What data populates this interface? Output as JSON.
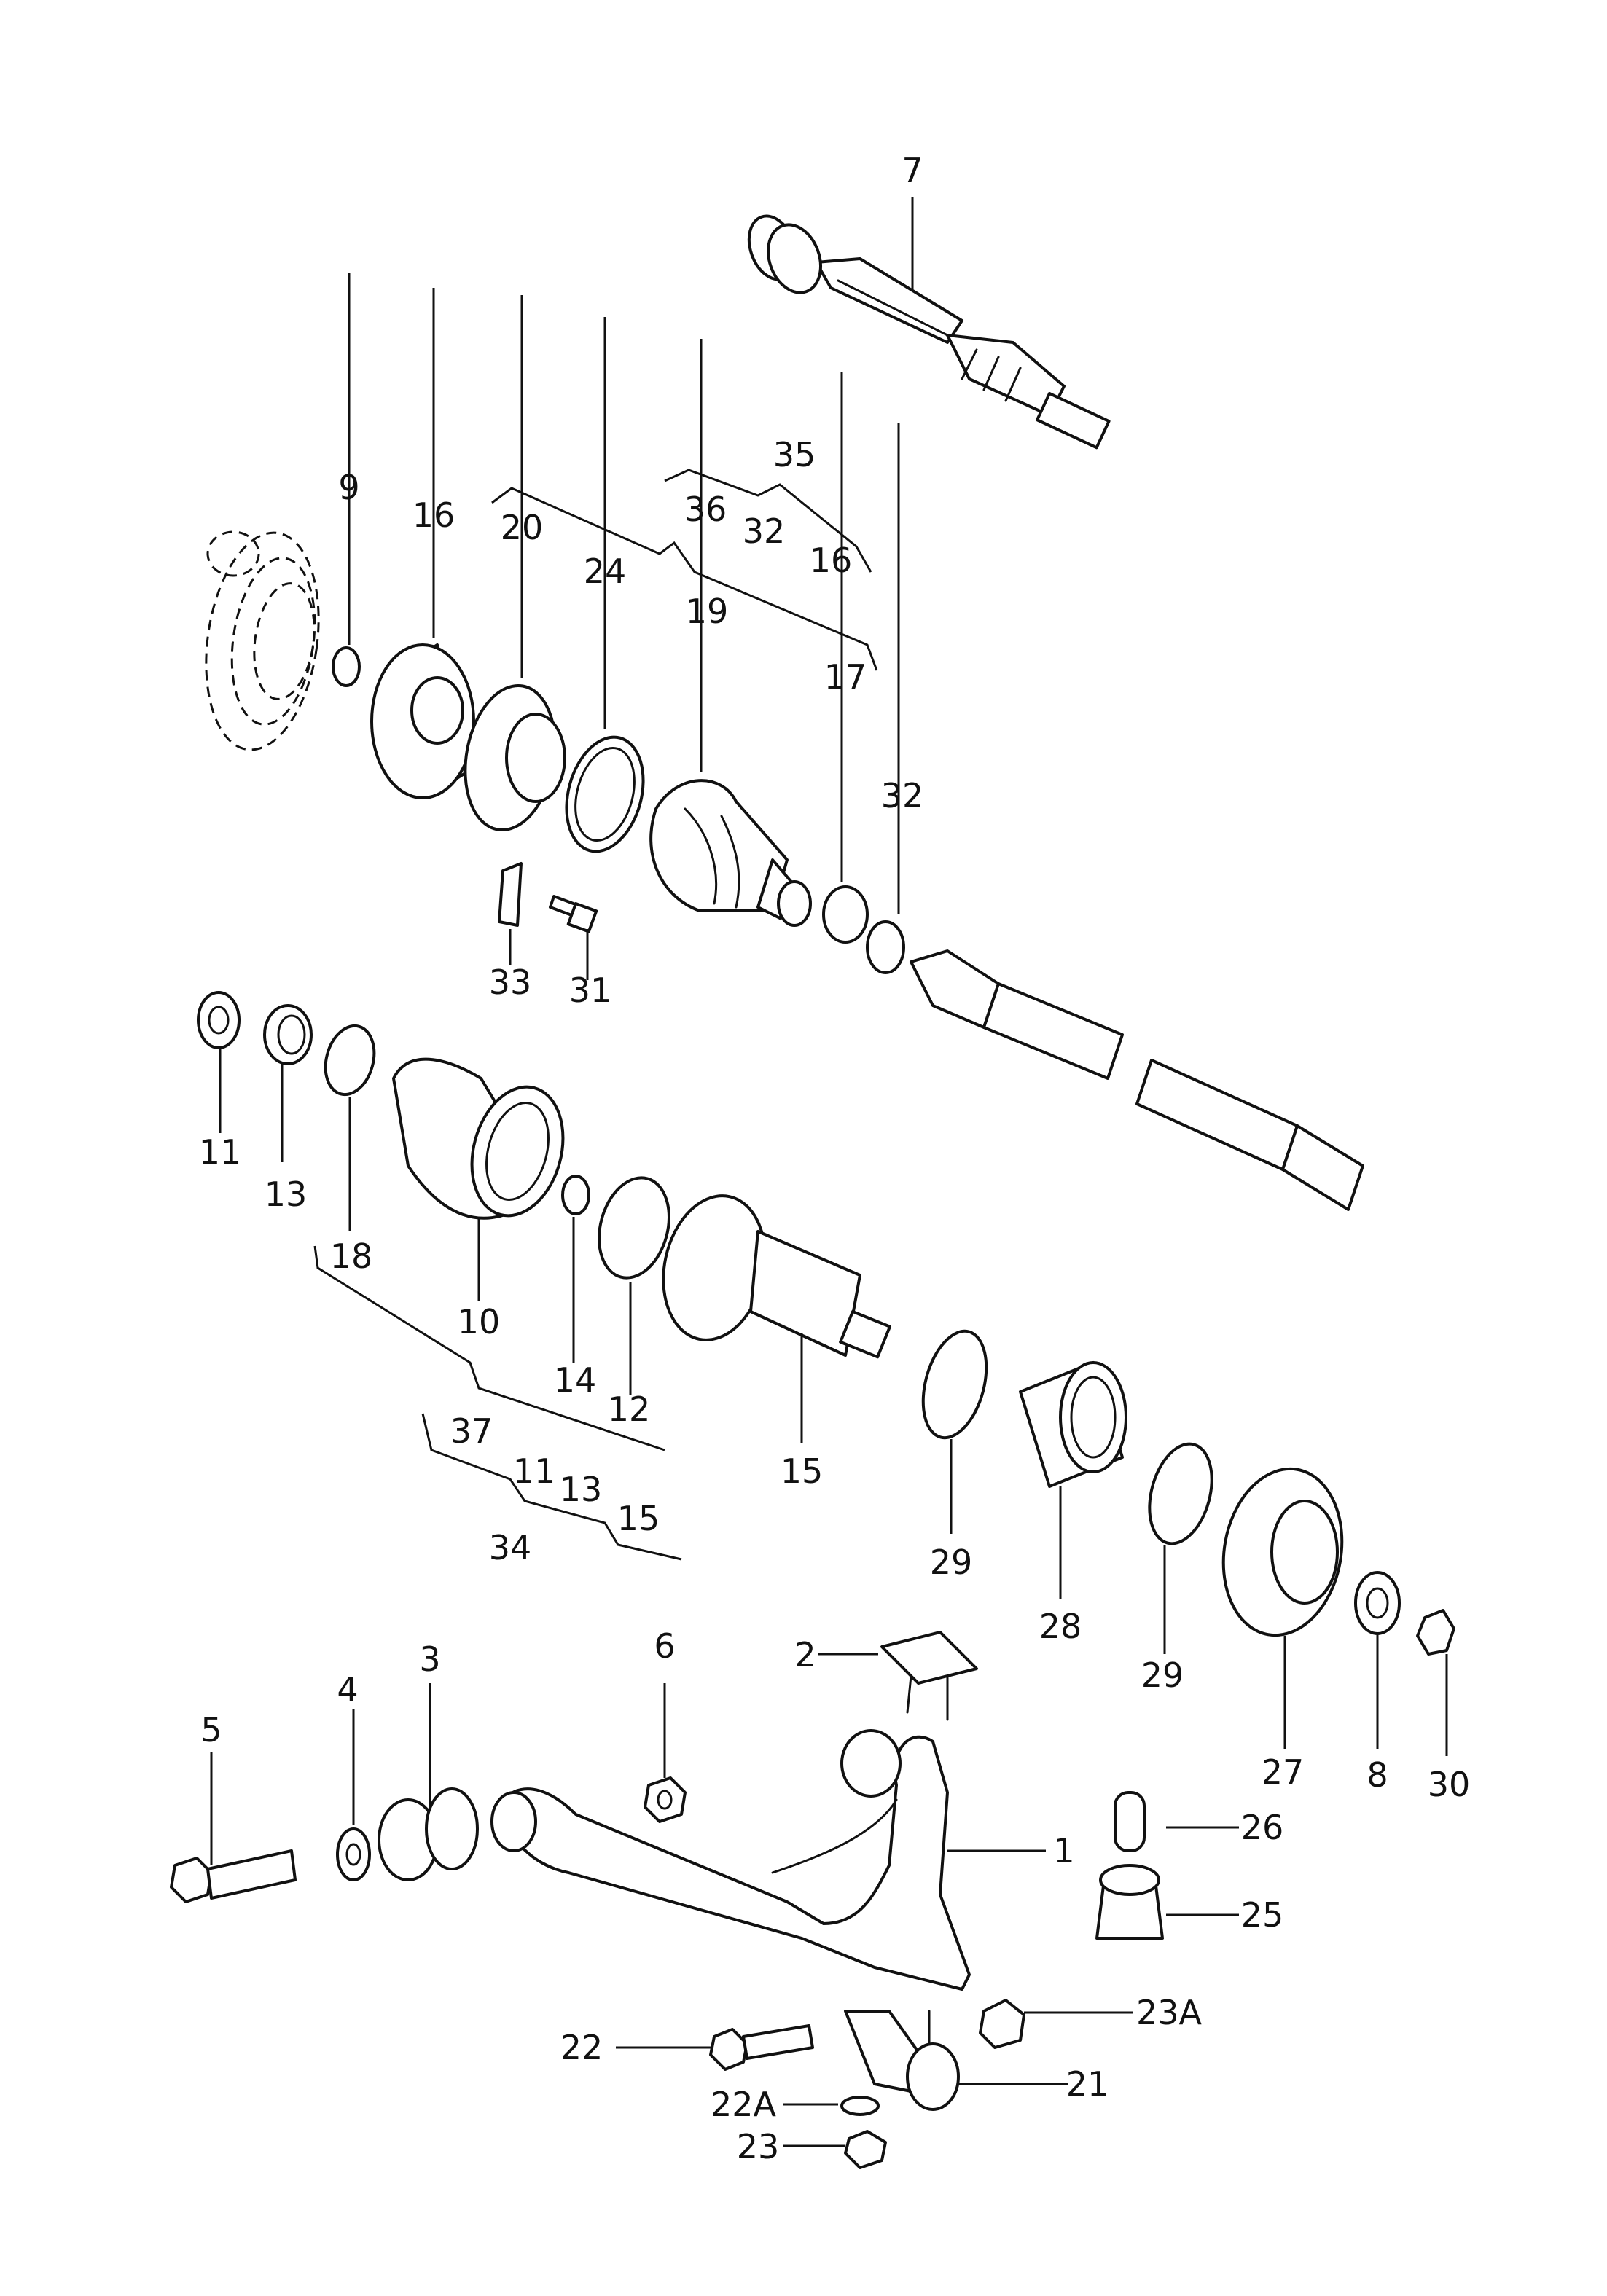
{
  "labels": {
    "l1": "1",
    "l2": "2",
    "l3": "3",
    "l4": "4",
    "l5": "5",
    "l6": "6",
    "l7": "7",
    "l8": "8",
    "l9": "9",
    "l10": "10",
    "l11a": "11",
    "l11b": "11",
    "l12": "12",
    "l13a": "13",
    "l13b": "13",
    "l14": "14",
    "l15a": "15",
    "l15b": "15",
    "l16a": "16",
    "l16b": "16",
    "l17": "17",
    "l18": "18",
    "l19": "19",
    "l20": "20",
    "l21": "21",
    "l22": "22",
    "l22A": "22A",
    "l23": "23",
    "l23A": "23A",
    "l24": "24",
    "l25": "25",
    "l26": "26",
    "l27": "27",
    "l28": "28",
    "l29a": "29",
    "l29b": "29",
    "l30": "30",
    "l31": "31",
    "l32a": "32",
    "l32b": "32",
    "l33": "33",
    "l34": "34",
    "l35": "35",
    "l36": "36",
    "l37": "37"
  }
}
